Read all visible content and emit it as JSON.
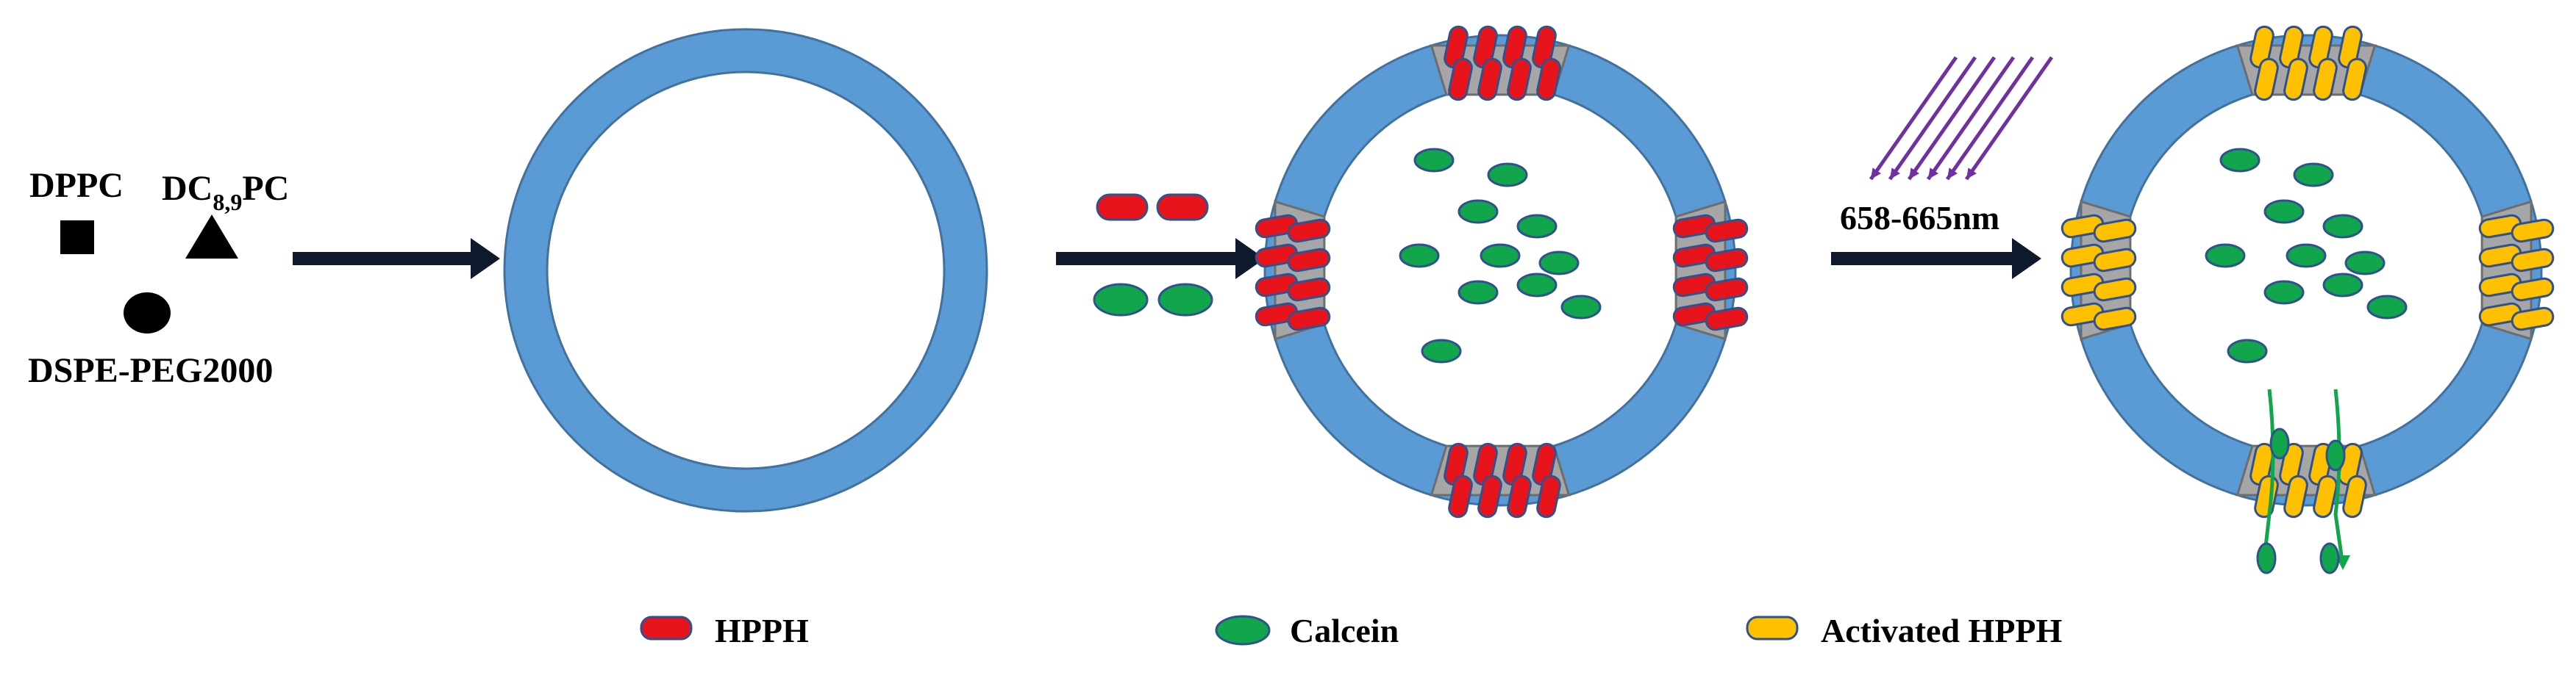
{
  "labels": {
    "dppc": "DPPC",
    "dc_prefix": "DC",
    "dc_sub": "8,9",
    "dc_suffix": "PC",
    "dspe": "DSPE-PEG2000",
    "wavelength": "658-665nm"
  },
  "legend": {
    "hpph": "HPPH",
    "calcein": "Calcein",
    "activated": "Activated HPPH"
  },
  "colors": {
    "membrane": "#5b9bd5",
    "membrane_stroke": "#41719c",
    "patch": "#a6a6a6",
    "hpph": "#e8141b",
    "calcein": "#11a54c",
    "activated": "#ffc000",
    "laser": "#7030a0",
    "arrow": "#0e1a2b"
  }
}
